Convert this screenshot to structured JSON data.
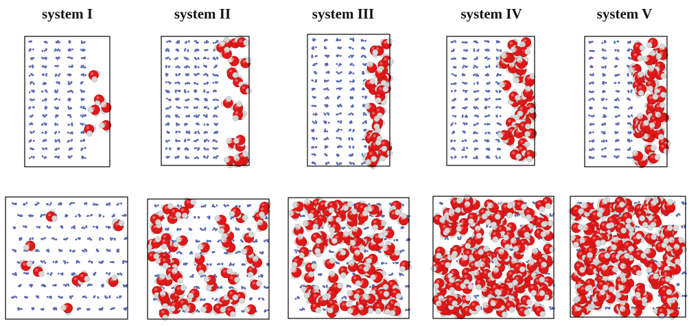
{
  "systems": [
    {
      "label": "system I",
      "side_water_density": 0.12,
      "top_water_density": 0.03
    },
    {
      "label": "system II",
      "side_water_density": 0.4,
      "top_water_density": 0.35
    },
    {
      "label": "system III",
      "side_water_density": 0.75,
      "top_water_density": 0.6
    },
    {
      "label": "system IV",
      "side_water_density": 0.9,
      "top_water_density": 0.95
    },
    {
      "label": "system V",
      "side_water_density": 1.0,
      "top_water_density": 1.0
    }
  ],
  "colors": {
    "lattice": "#5a6ab0",
    "oxygen": "#e01818",
    "hydrogen": "#d8d8d8",
    "frame": "#000000"
  }
}
